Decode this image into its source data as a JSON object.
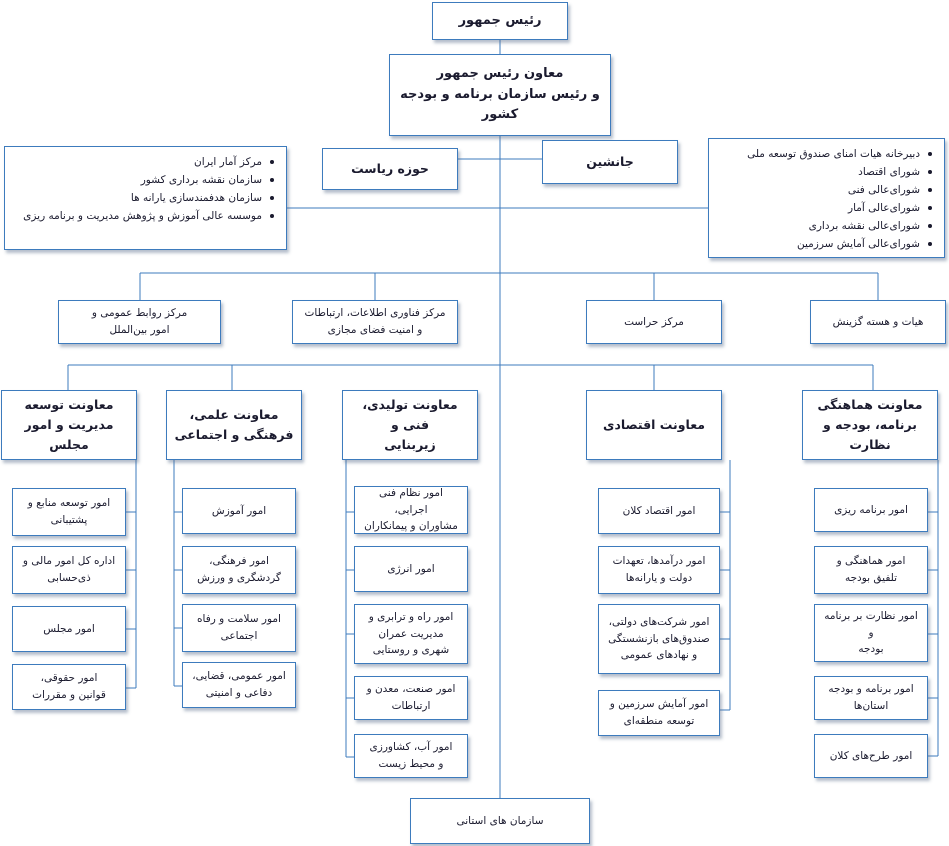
{
  "president": "رئیس جمهور",
  "vice_president": {
    "line1": "معاون رئیس جمهور",
    "line2": "و رئیس سازمان برنامه و بودجه کشور"
  },
  "presidency_office": "حوزه ریاست",
  "deputy": "جانشین",
  "left_list": {
    "items": [
      "مرکز آمار ایران",
      "سازمان نقشه برداری کشور",
      "سازمان هدفمندسازی یارانه ها",
      "موسسه عالی آموزش و پژوهش مدیریت و برنامه ریزی"
    ]
  },
  "right_list": {
    "items": [
      "دبیرخانه هیات امنای صندوق توسعه ملی",
      "شورای اقتصاد",
      "شورای‌عالی فنی",
      "شورای‌عالی آمار",
      "شورای‌عالی نقشه برداری",
      "شورای‌عالی آمایش سرزمین"
    ]
  },
  "centers": {
    "public_relations": [
      "مرکز روابط عمومی و",
      "امور بین‌الملل"
    ],
    "it": [
      "مرکز فناوری اطلاعات، ارتباطات",
      "و امنیت فضای مجازی"
    ],
    "security": "مرکز حراست",
    "board": "هیات و هسته گزینش"
  },
  "deputies": [
    {
      "title": [
        "معاونت توسعه",
        "مدیریت و امور مجلس"
      ],
      "units": [
        [
          "امور توسعه منابع و",
          "پشتیبانی"
        ],
        [
          "اداره کل امور مالی و",
          "ذی‌حسابی"
        ],
        [
          "امور مجلس"
        ],
        [
          "امور حقوقی،",
          "قوانین و مقررات"
        ]
      ]
    },
    {
      "title": [
        "معاونت علمی،",
        "فرهنگی و اجتماعی"
      ],
      "units": [
        [
          "امور آموزش"
        ],
        [
          "امور فرهنگی،",
          "گردشگری و ورزش"
        ],
        [
          "امور سلامت و رفاه",
          "اجتماعی"
        ],
        [
          "امور عمومی، قضایی،",
          "دفاعی و امنیتی"
        ]
      ]
    },
    {
      "title": [
        "معاونت تولیدی، فنی و",
        "زیربنایی"
      ],
      "units": [
        [
          "امور نظام فنی اجرایی،",
          "مشاوران و پیمانکاران"
        ],
        [
          "امور انرژی"
        ],
        [
          "امور راه و ترابری و",
          "مدیریت عمران",
          "شهری و روستایی"
        ],
        [
          "امور صنعت، معدن و",
          "ارتباطات"
        ],
        [
          "امور آب، کشاورزی",
          "و محیط زیست"
        ]
      ]
    },
    {
      "title": [
        "معاونت اقتصادی"
      ],
      "units": [
        [
          "امور اقتصاد کلان"
        ],
        [
          "امور درآمدها، تعهدات",
          "دولت و یارانه‌ها"
        ],
        [
          "امور شرکت‌های دولتی،",
          "صندوق‌های بازنشستگی",
          "و نهادهای عمومی"
        ],
        [
          "امور آمایش سرزمین و",
          "توسعه منطقه‌ای"
        ]
      ]
    },
    {
      "title": [
        "معاونت هماهنگی",
        "برنامه، بودجه و نظارت"
      ],
      "units": [
        [
          "امور برنامه ریزی"
        ],
        [
          "امور هماهنگی و",
          "تلفیق بودجه"
        ],
        [
          "امور نظارت بر برنامه و",
          "بودجه"
        ],
        [
          "امور برنامه و بودجه",
          "استان‌ها"
        ],
        [
          "امور طرح‌های کلان"
        ]
      ]
    }
  ],
  "provincial": "سازمان های استانی",
  "colors": {
    "border": "#3d7bbd",
    "line": "#3d7bbd",
    "text": "#1a1a2e"
  }
}
